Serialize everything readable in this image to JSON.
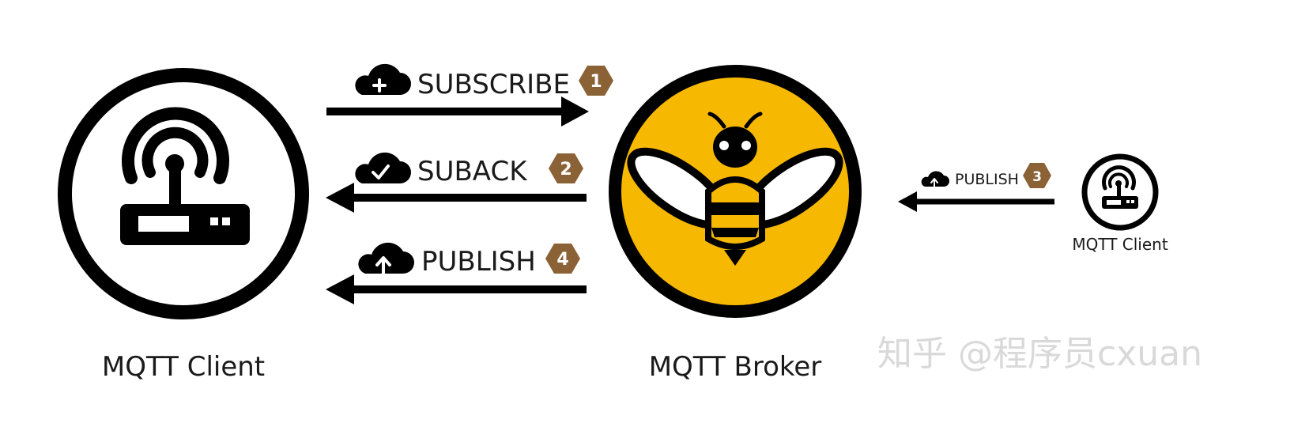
{
  "diagram": {
    "left_node": {
      "label": "MQTT Client",
      "icon": "router-icon"
    },
    "broker": {
      "label": "MQTT Broker",
      "icon": "bee-icon",
      "color": "#F6B800"
    },
    "right_node": {
      "label": "MQTT Client",
      "icon": "router-icon"
    },
    "badge_color": "#8B6236",
    "flows": [
      {
        "label": "SUBSCRIBE",
        "step": "1",
        "icon": "cloud-plus-icon",
        "direction": "to-broker"
      },
      {
        "label": "SUBACK",
        "step": "2",
        "icon": "cloud-check-icon",
        "direction": "to-client"
      },
      {
        "label": "PUBLISH",
        "step": "4",
        "icon": "cloud-upload-icon",
        "direction": "to-client"
      }
    ],
    "side_flow": {
      "label": "PUBLISH",
      "step": "3",
      "icon": "cloud-upload-icon",
      "direction": "to-broker"
    },
    "watermark": "知乎 @程序员cxuan"
  }
}
